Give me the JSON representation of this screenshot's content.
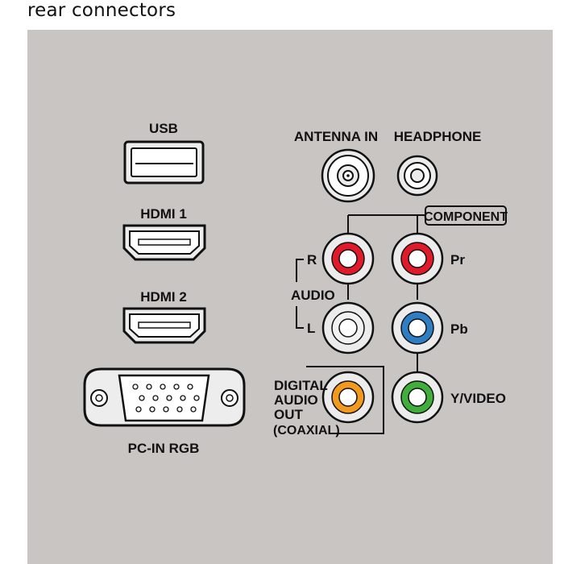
{
  "title": "rear connectors",
  "labels": {
    "usb": "USB",
    "hdmi1": "HDMI 1",
    "hdmi2": "HDMI 2",
    "pc_in": "PC-IN RGB",
    "antenna": "ANTENNA IN",
    "headphone": "HEADPHONE",
    "component": "COMPONENT",
    "r": "R",
    "audio": "AUDIO",
    "l": "L",
    "pr": "Pr",
    "pb": "Pb",
    "yvideo": "Y/VIDEO",
    "digital_audio_out": [
      "DIGITAL",
      "AUDIO",
      "OUT",
      "(COAXIAL)"
    ]
  },
  "colors": {
    "panel": "#c9c5c3",
    "red": "#e01a2b",
    "white": "#f2f2f2",
    "blue": "#2f7ec4",
    "orange": "#f39a1e",
    "green": "#3fae3a",
    "outline": "#111111"
  }
}
